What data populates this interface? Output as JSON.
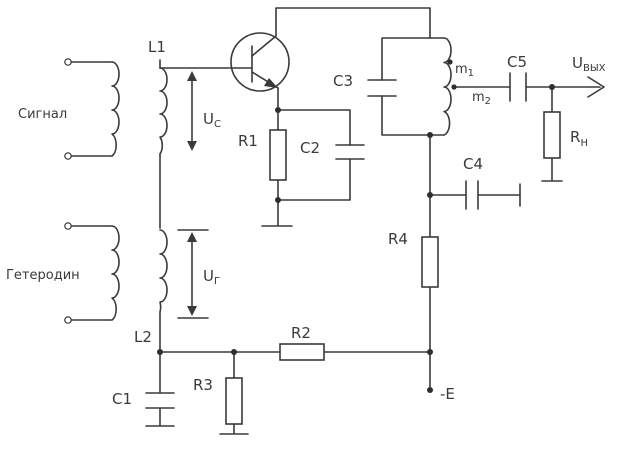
{
  "labels": {
    "L1": "L1",
    "L2": "L2",
    "R1": "R1",
    "R2": "R2",
    "R3": "R3",
    "R4": "R4",
    "C1": "C1",
    "C2": "C2",
    "C3": "C3",
    "C4": "C4",
    "C5": "C5",
    "Rn": "R",
    "Rn_sub": "Н",
    "signal": "Сигнал",
    "heterodyne": "Гетеродин",
    "Uc": "U",
    "Uc_sub": "C",
    "Ug": "U",
    "Ug_sub": "Г",
    "Uout": "U",
    "Uout_sub": "ВЫХ",
    "m1": "m",
    "m1_sub": "1",
    "m2": "m",
    "m2_sub": "2",
    "supply": "-E"
  }
}
